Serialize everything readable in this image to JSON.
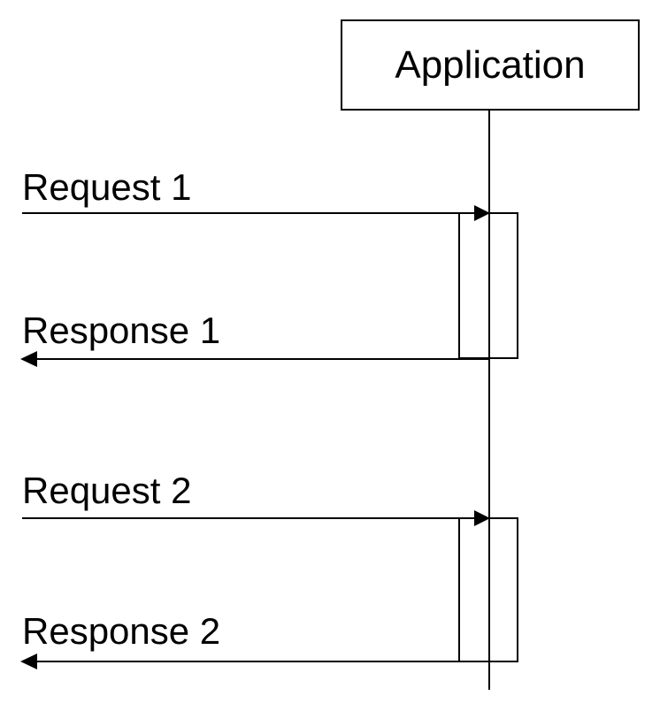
{
  "participant": {
    "label": "Application"
  },
  "messages": [
    {
      "id": "request-1",
      "label": "Request 1",
      "direction": "incoming"
    },
    {
      "id": "response-1",
      "label": "Response 1",
      "direction": "outgoing"
    },
    {
      "id": "request-2",
      "label": "Request 2",
      "direction": "incoming"
    },
    {
      "id": "response-2",
      "label": "Response 2",
      "direction": "outgoing"
    }
  ],
  "colors": {
    "line": "#000000",
    "background": "#ffffff"
  }
}
